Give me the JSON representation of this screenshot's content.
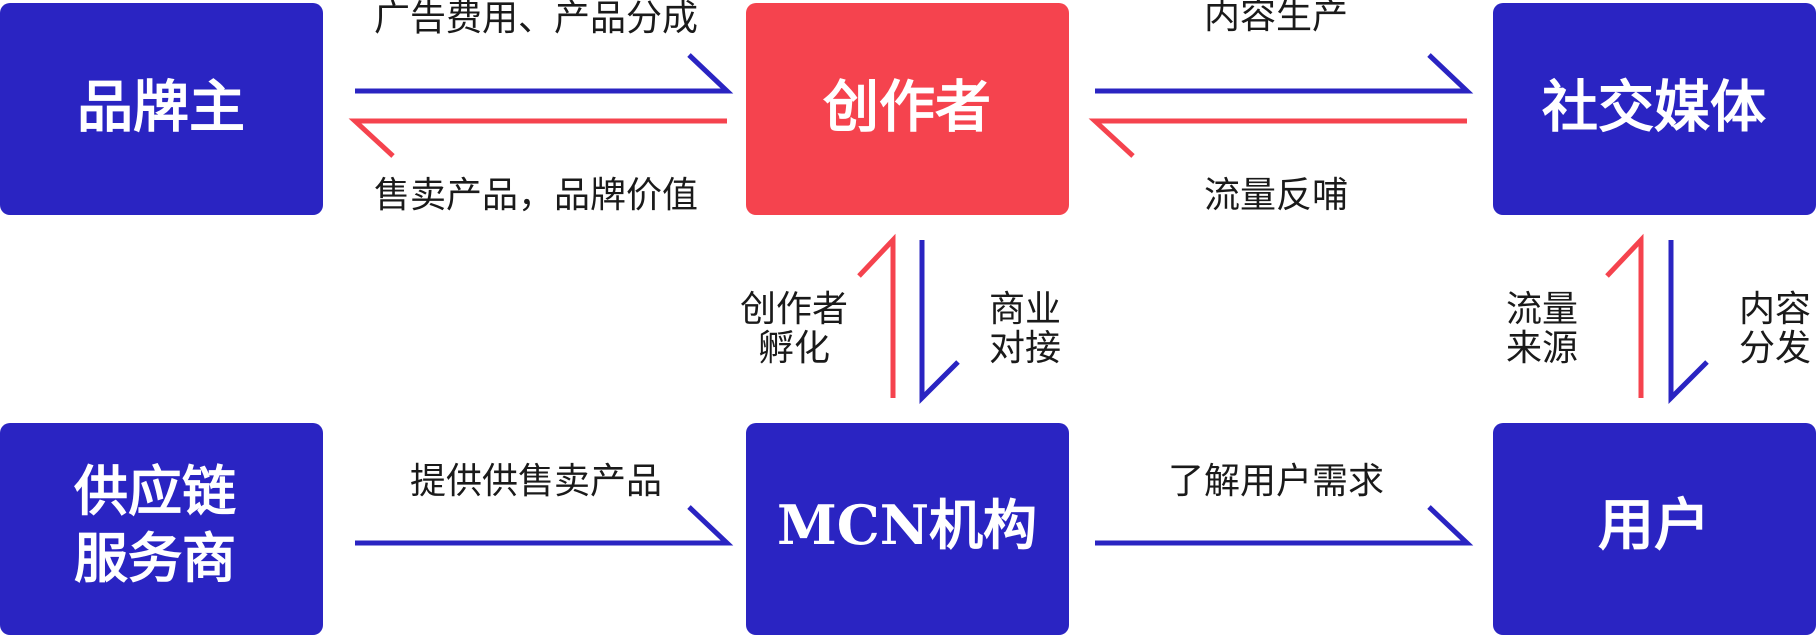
{
  "colors": {
    "node_blue": "#2a24c2",
    "node_red": "#f5434e",
    "arrow_blue": "#2a24c2",
    "arrow_red": "#f5434e",
    "label_text": "#1a1a1a"
  },
  "nodes": {
    "brand_owner": {
      "label": "品牌主"
    },
    "creator": {
      "label": "创作者"
    },
    "social_media": {
      "label": "社交媒体"
    },
    "supply_chain": {
      "lines": [
        "供应链",
        "服务商"
      ]
    },
    "mcn": {
      "label": "MCN机构"
    },
    "user": {
      "label": "用户"
    }
  },
  "edges": {
    "brand_to_creator": "广告费用、产品分成",
    "creator_to_brand": "售卖产品，品牌价值",
    "creator_to_social": "内容生产",
    "social_to_creator": "流量反哺",
    "mcn_to_creator": [
      "创作者",
      "孵化"
    ],
    "creator_to_mcn": [
      "商业",
      "对接"
    ],
    "user_to_social": [
      "流量",
      "来源"
    ],
    "social_to_user": [
      "内容",
      "分发"
    ],
    "supply_to_mcn": "提供供售卖产品",
    "mcn_to_user": "了解用户需求"
  }
}
